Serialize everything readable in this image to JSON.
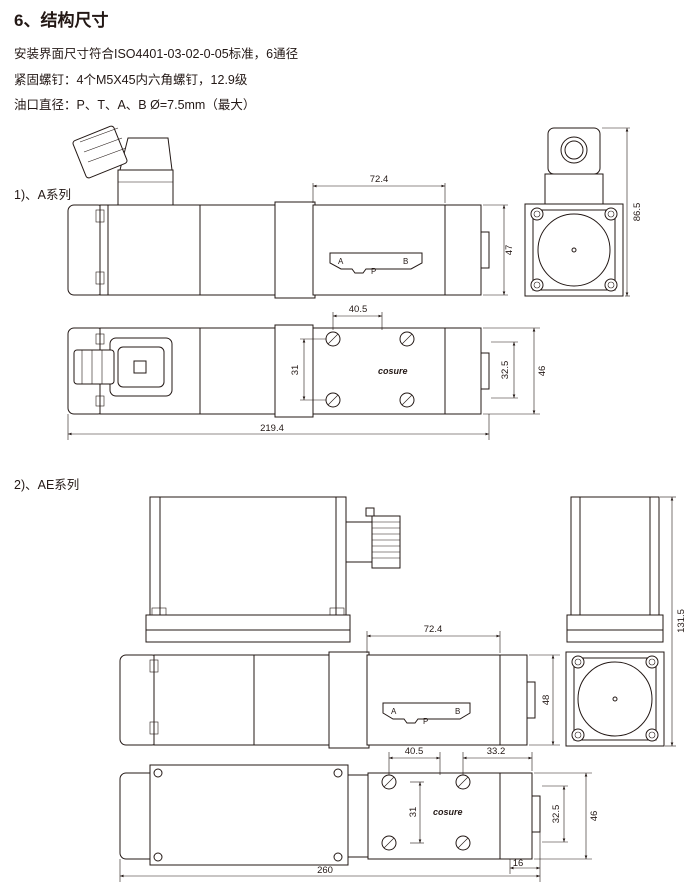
{
  "header": {
    "title": "6、结构尺寸",
    "spec_interface": "安装界面尺寸符合ISO4401-03-02-0-05标准，6通径",
    "spec_screws": "紧固螺钉：4个M5X45内六角螺钉，12.9级",
    "spec_port": "油口直径：P、T、A、B Ø=7.5mm（最大）"
  },
  "section_a": {
    "label": "1)、A系列",
    "dims": {
      "top_width": "72.4",
      "front_height": "47",
      "side_height": "86.5",
      "bolt_spacing": "40.5",
      "bolt_height": "31",
      "port_spacing": "32.5",
      "body_width": "46",
      "overall_length": "219.4"
    },
    "ports": {
      "a": "A",
      "p": "P",
      "b": "B"
    },
    "brand": "cosure"
  },
  "section_ae": {
    "label": "2)、AE系列",
    "dims": {
      "top_width": "72.4",
      "front_height": "48",
      "side_height": "131.5",
      "bolt_spacing": "40.5",
      "offset": "33.2",
      "bolt_height": "31",
      "port_spacing": "32.5",
      "body_width": "46",
      "overall_length": "260",
      "end_length": "16"
    },
    "ports": {
      "a": "A",
      "p": "P",
      "b": "B"
    },
    "brand": "cosure"
  }
}
